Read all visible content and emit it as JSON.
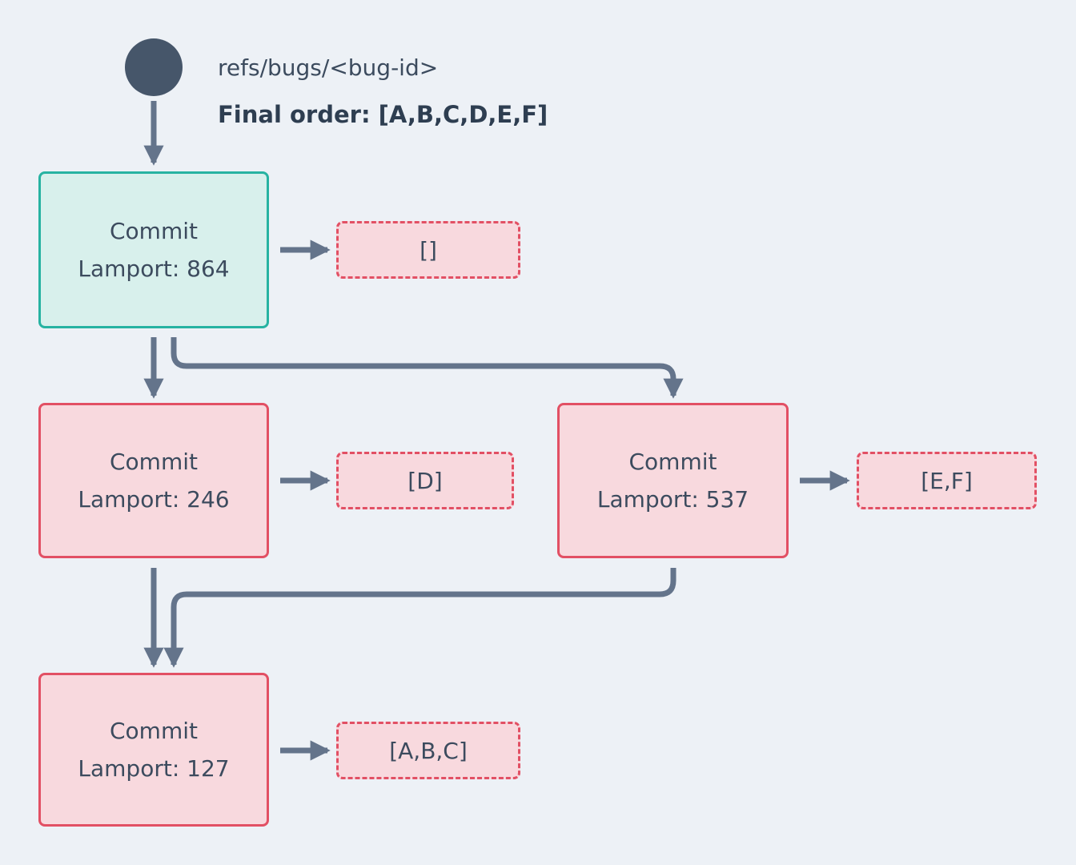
{
  "title_block": {
    "ref_label": "refs/bugs/<bug-id>",
    "final_order": "Final order: [A,B,C,D,E,F]"
  },
  "commits": [
    {
      "title": "Commit",
      "lamport": "Lamport: 864",
      "bugs": "[]"
    },
    {
      "title": "Commit",
      "lamport": "Lamport: 246",
      "bugs": "[D]"
    },
    {
      "title": "Commit",
      "lamport": "Lamport: 537",
      "bugs": "[E,F]"
    },
    {
      "title": "Commit",
      "lamport": "Lamport: 127",
      "bugs": "[A,B,C]"
    }
  ],
  "colors": {
    "background": "#edf1f6",
    "ref_node": "#46566a",
    "arrow": "#64748b",
    "teal_fill": "#d8f0ec",
    "teal_border": "#27b3a2",
    "pink_fill": "#f8d9de",
    "pink_border": "#e25064",
    "text": "#3c4b5e"
  }
}
